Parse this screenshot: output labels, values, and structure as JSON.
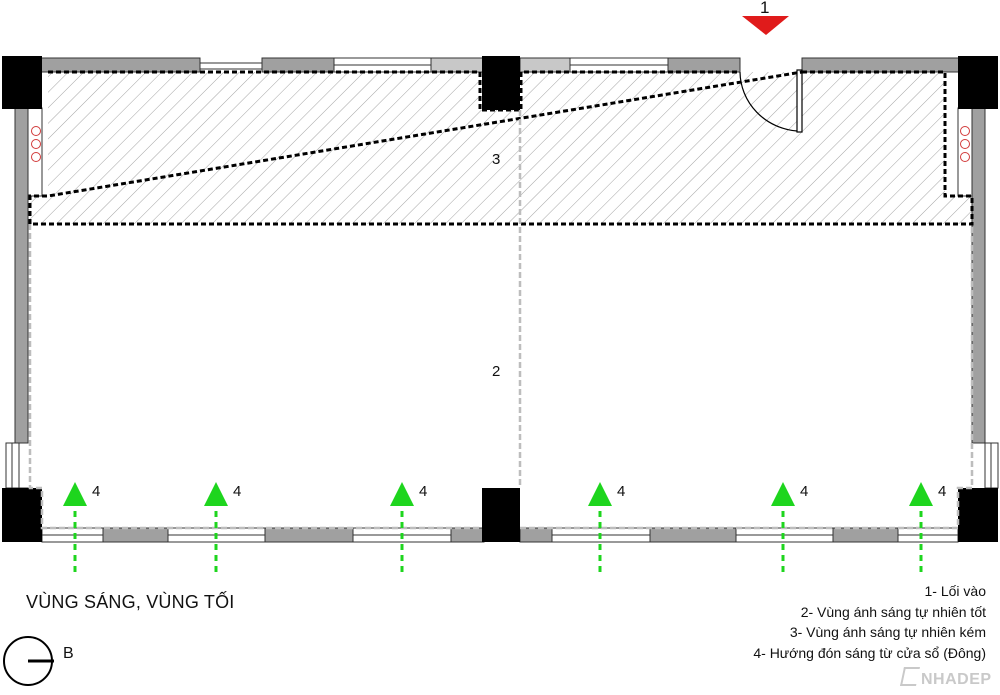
{
  "plan": {
    "entrance_number": "1",
    "zone_good_number": "2",
    "zone_poor_number": "3",
    "sunlight_arrow_label": "4",
    "north_label": "B",
    "colors": {
      "wall_gray": "#a0a0a0",
      "column_black": "#000000",
      "hatch": "#8c8c8c",
      "zone_poor_border": "#000000",
      "zone_good_border": "#bdbdbd",
      "sun_arrow": "#1ed51e",
      "entrance_marker": "#e01b1b",
      "services_circle": "#d23b3b"
    }
  },
  "title": "VÙNG SÁNG, VÙNG TỐI",
  "legend": [
    "1- Lối vào",
    "2- Vùng ánh sáng tự nhiên tốt",
    "3- Vùng ánh sáng tự nhiên kém",
    "4- Hướng đón sáng từ cửa sổ (Đông)"
  ],
  "watermark": "NHADEP"
}
